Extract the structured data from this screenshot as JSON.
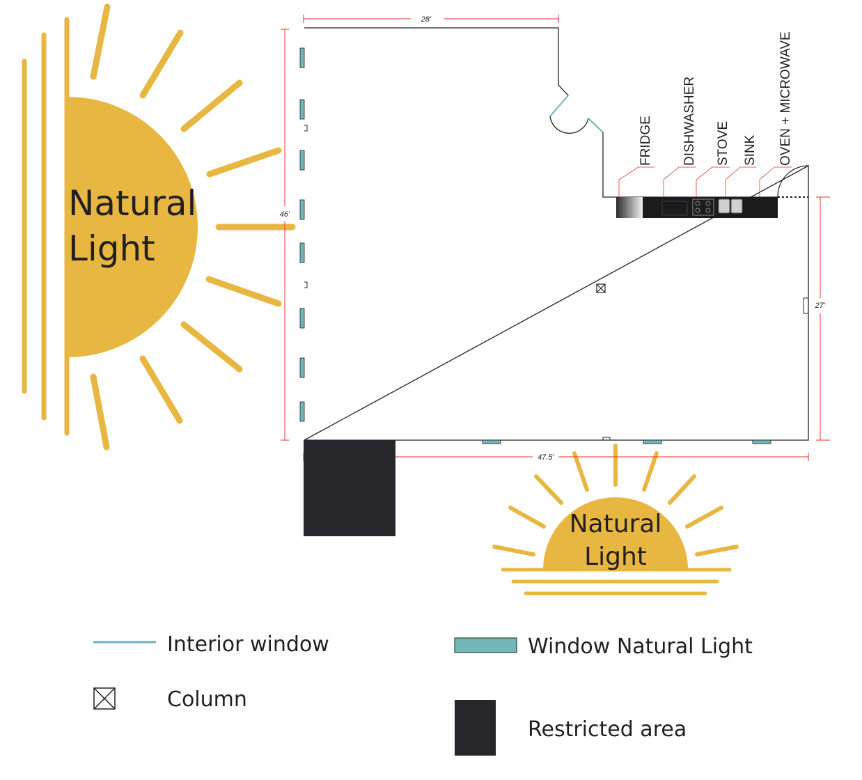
{
  "colors": {
    "sun": "#e8b741",
    "wall": "#231f20",
    "dimension": "#e0352c",
    "window": "#72b7b8",
    "interior_window": "#6bb3c2",
    "restricted": "#27262b",
    "background": "#ffffff"
  },
  "suns": {
    "left": {
      "line1": "Natural",
      "line2": "Light"
    },
    "bottom": {
      "line1": "Natural",
      "line2": "Light"
    }
  },
  "dimensions": {
    "top": "28’",
    "left": "46’",
    "bottom": "47.5’",
    "right": "27’"
  },
  "appliances": [
    "FRIDGE",
    "DISHWASHER",
    "STOVE",
    "SINK",
    "OVEN + MICROWAVE"
  ],
  "legend": {
    "interior_window": "Interior window",
    "column": "Column",
    "window_natural_light": "Window Natural Light",
    "restricted_area": "Restricted area"
  },
  "icons": {
    "column": "column-icon",
    "sun": "half-sun-icon"
  }
}
